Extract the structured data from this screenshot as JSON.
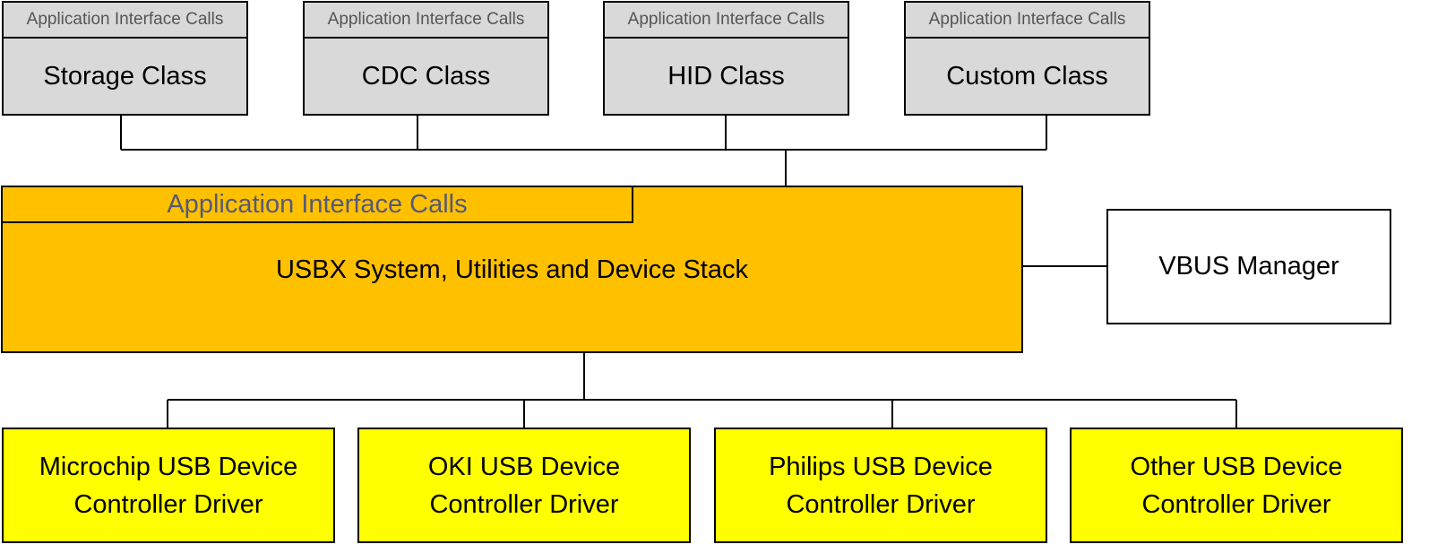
{
  "class_boxes": [
    {
      "header": "Application Interface Calls",
      "title": "Storage Class"
    },
    {
      "header": "Application Interface Calls",
      "title": "CDC Class"
    },
    {
      "header": "Application Interface Calls",
      "title": "HID Class"
    },
    {
      "header": "Application Interface Calls",
      "title": "Custom Class"
    }
  ],
  "stack": {
    "header": "Application Interface Calls",
    "title": "USBX System, Utilities and Device Stack"
  },
  "vbus": {
    "title": "VBUS Manager"
  },
  "drivers": [
    {
      "line1": "Microchip USB Device",
      "line2": "Controller Driver"
    },
    {
      "line1": "OKI USB Device",
      "line2": "Controller Driver"
    },
    {
      "line1": "Philips USB Device",
      "line2": "Controller Driver"
    },
    {
      "line1": "Other USB Device",
      "line2": "Controller Driver"
    }
  ],
  "colors": {
    "class_fill": "#d9d9d9",
    "stack_fill": "#ffc000",
    "driver_fill": "#ffff00",
    "vbus_fill": "#ffffff"
  }
}
